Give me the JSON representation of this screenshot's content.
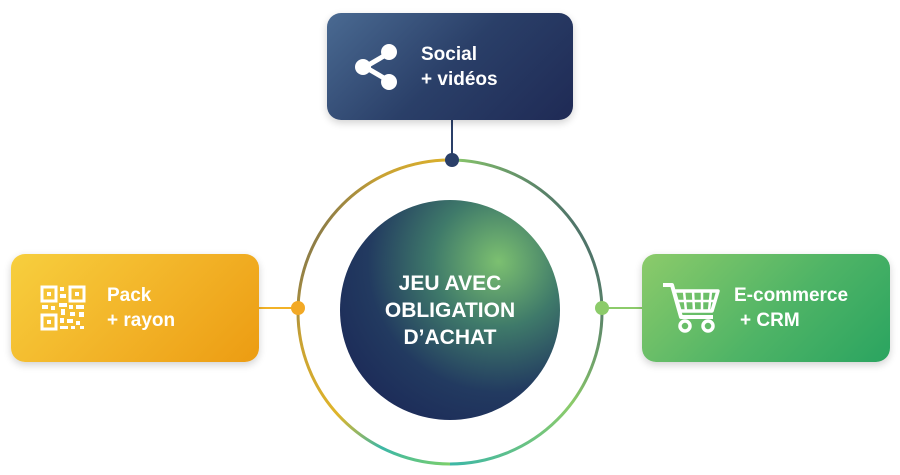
{
  "center": {
    "lines": [
      "JEU AVEC",
      "OBLIGATION",
      "D’ACHAT"
    ]
  },
  "nodes": {
    "social": {
      "line1": "Social",
      "line2": "+ vidéos",
      "icon": "share-icon"
    },
    "pack": {
      "line1": "Pack",
      "line2": "+ rayon",
      "icon": "qr-code-icon"
    },
    "ecommerce": {
      "line1": "E-commerce",
      "line2": "+ CRM",
      "icon": "shopping-cart-icon"
    }
  },
  "colors": {
    "social": "#2a3f68",
    "pack": "#f2b227",
    "ecommerce": "#4fb466",
    "center_dark": "#1f2a55",
    "center_light": "#7cc070",
    "ring_teal": "#3cb7a6"
  }
}
